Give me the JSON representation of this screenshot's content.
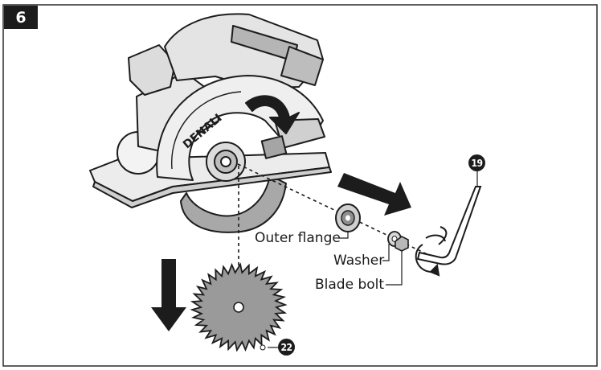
{
  "step": {
    "number": "6"
  },
  "labels": {
    "outer_flange": "Outer flange",
    "washer": "Washer",
    "blade_bolt": "Blade bolt"
  },
  "refs": {
    "hex_wrench": "19",
    "blade": "22"
  },
  "saw_brand": "DENALI",
  "colors": {
    "ink": "#1c1c1c",
    "tone": "#9a9a9a",
    "light": "#d9d9d9"
  }
}
